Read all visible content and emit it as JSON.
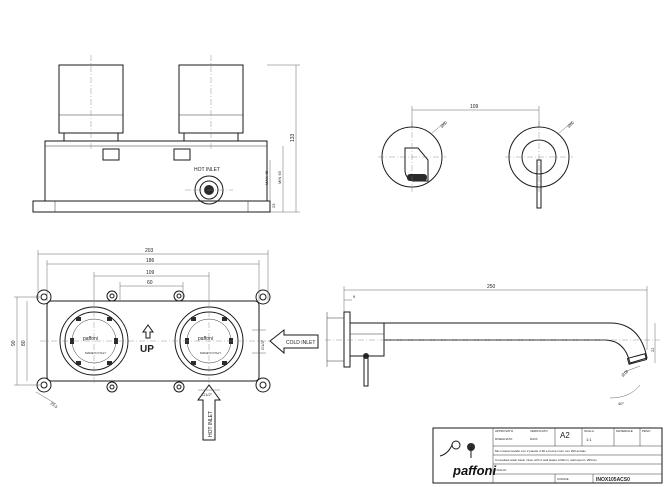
{
  "front_view": {
    "labels": {
      "hot_inlet": "HOT INLET"
    },
    "dimensions": {
      "total_height": "133",
      "min_depth": "MIN 63",
      "max_depth": "MAX 45",
      "bottom": "23"
    }
  },
  "side_views": {
    "dimensions": {
      "spacing": "109",
      "diameter_left": "Ø60",
      "diameter_right": "Ø60"
    }
  },
  "plan_view": {
    "dimensions": {
      "overall_width": "203",
      "outer_width": "186",
      "hole_spacing": "109",
      "inner_spacing": "60",
      "height_outer": "90",
      "height_inner": "80",
      "slot": "25,5"
    },
    "plate_brand_left": "paffoni",
    "plate_brand_right": "paffoni",
    "plate_made_left": "MADE IN ITALY",
    "plate_made_right": "MADE IN ITALY",
    "up_label": "UP",
    "cold_inlet": "COLD INLET",
    "cold_thread": "G1/2\"",
    "hot_inlet": "HOT INLET",
    "hot_thread": "G1/2\""
  },
  "spout_view": {
    "dimensions": {
      "length": "250",
      "wall": "9",
      "drop": "22",
      "diameter": "Ø18",
      "angle": "40°"
    }
  },
  "title_block": {
    "brand": "paffoni",
    "sheet_size": "A2",
    "scale": "1:1",
    "material": "MATERIALE",
    "description_it": "Mix incasso lavabo con 2 piastre d.60 e bocca muro mm 250 acciaio",
    "description_en": "Concealed wash basin mixer with 2 wall plates d.60mm, wall spout L.250mm",
    "code": "INOX105ACS0",
    "small_cells": [
      "APPROVATO",
      "DISEGNATO",
      "VERIFICATO",
      "DATA",
      "FOGLIO",
      "SCALA",
      "PESO",
      "CODICE"
    ]
  }
}
